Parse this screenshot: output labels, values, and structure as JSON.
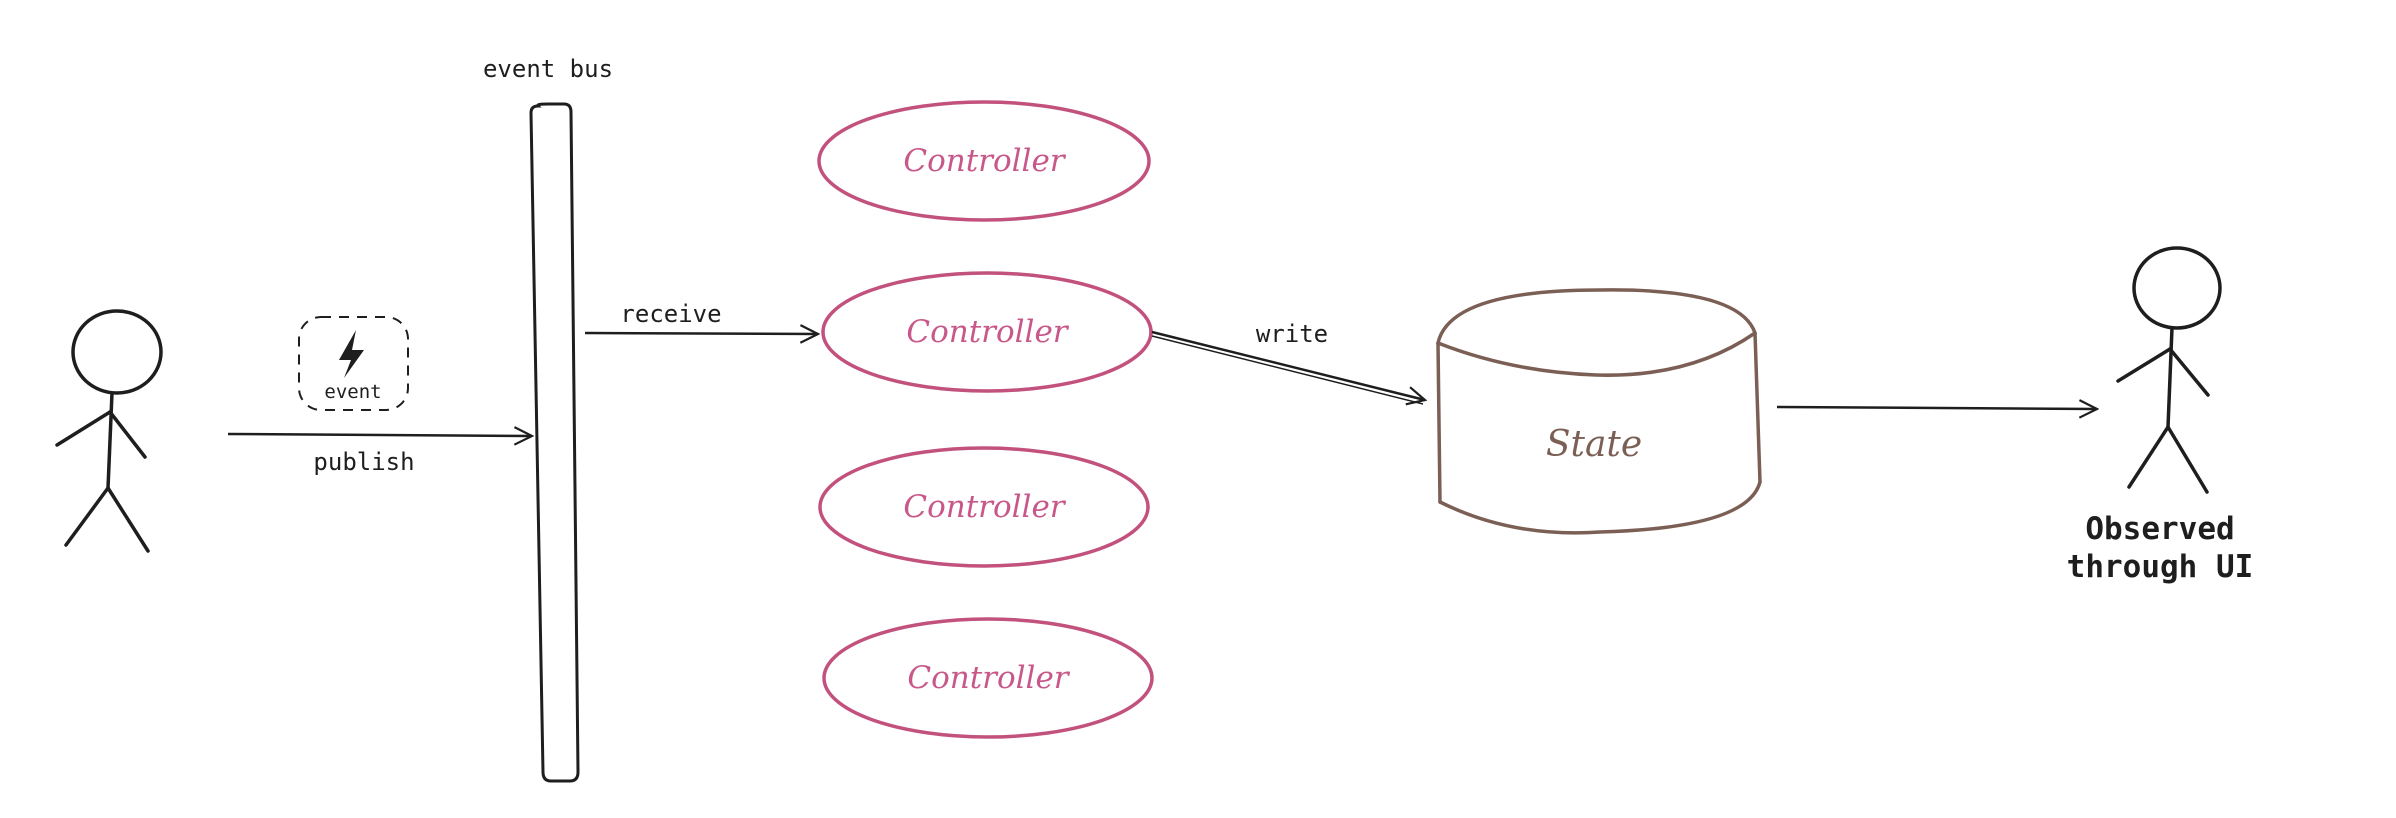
{
  "labels": {
    "event_bus": "event bus",
    "event_badge": "event",
    "publish": "publish",
    "receive": "receive",
    "write": "write",
    "state": "State",
    "observer_line1": "Observed",
    "observer_line2": "through UI"
  },
  "controllers": [
    {
      "label": "Controller"
    },
    {
      "label": "Controller"
    },
    {
      "label": "Controller"
    },
    {
      "label": "Controller"
    }
  ],
  "icons": {
    "event_badge_icon": "lightning-bolt-icon"
  },
  "colors": {
    "stroke": "#1e1e1e",
    "controller": "#c2527d",
    "controller_text": "#c8588a",
    "state": "#7b5f55",
    "state_text": "#7b5f55"
  }
}
